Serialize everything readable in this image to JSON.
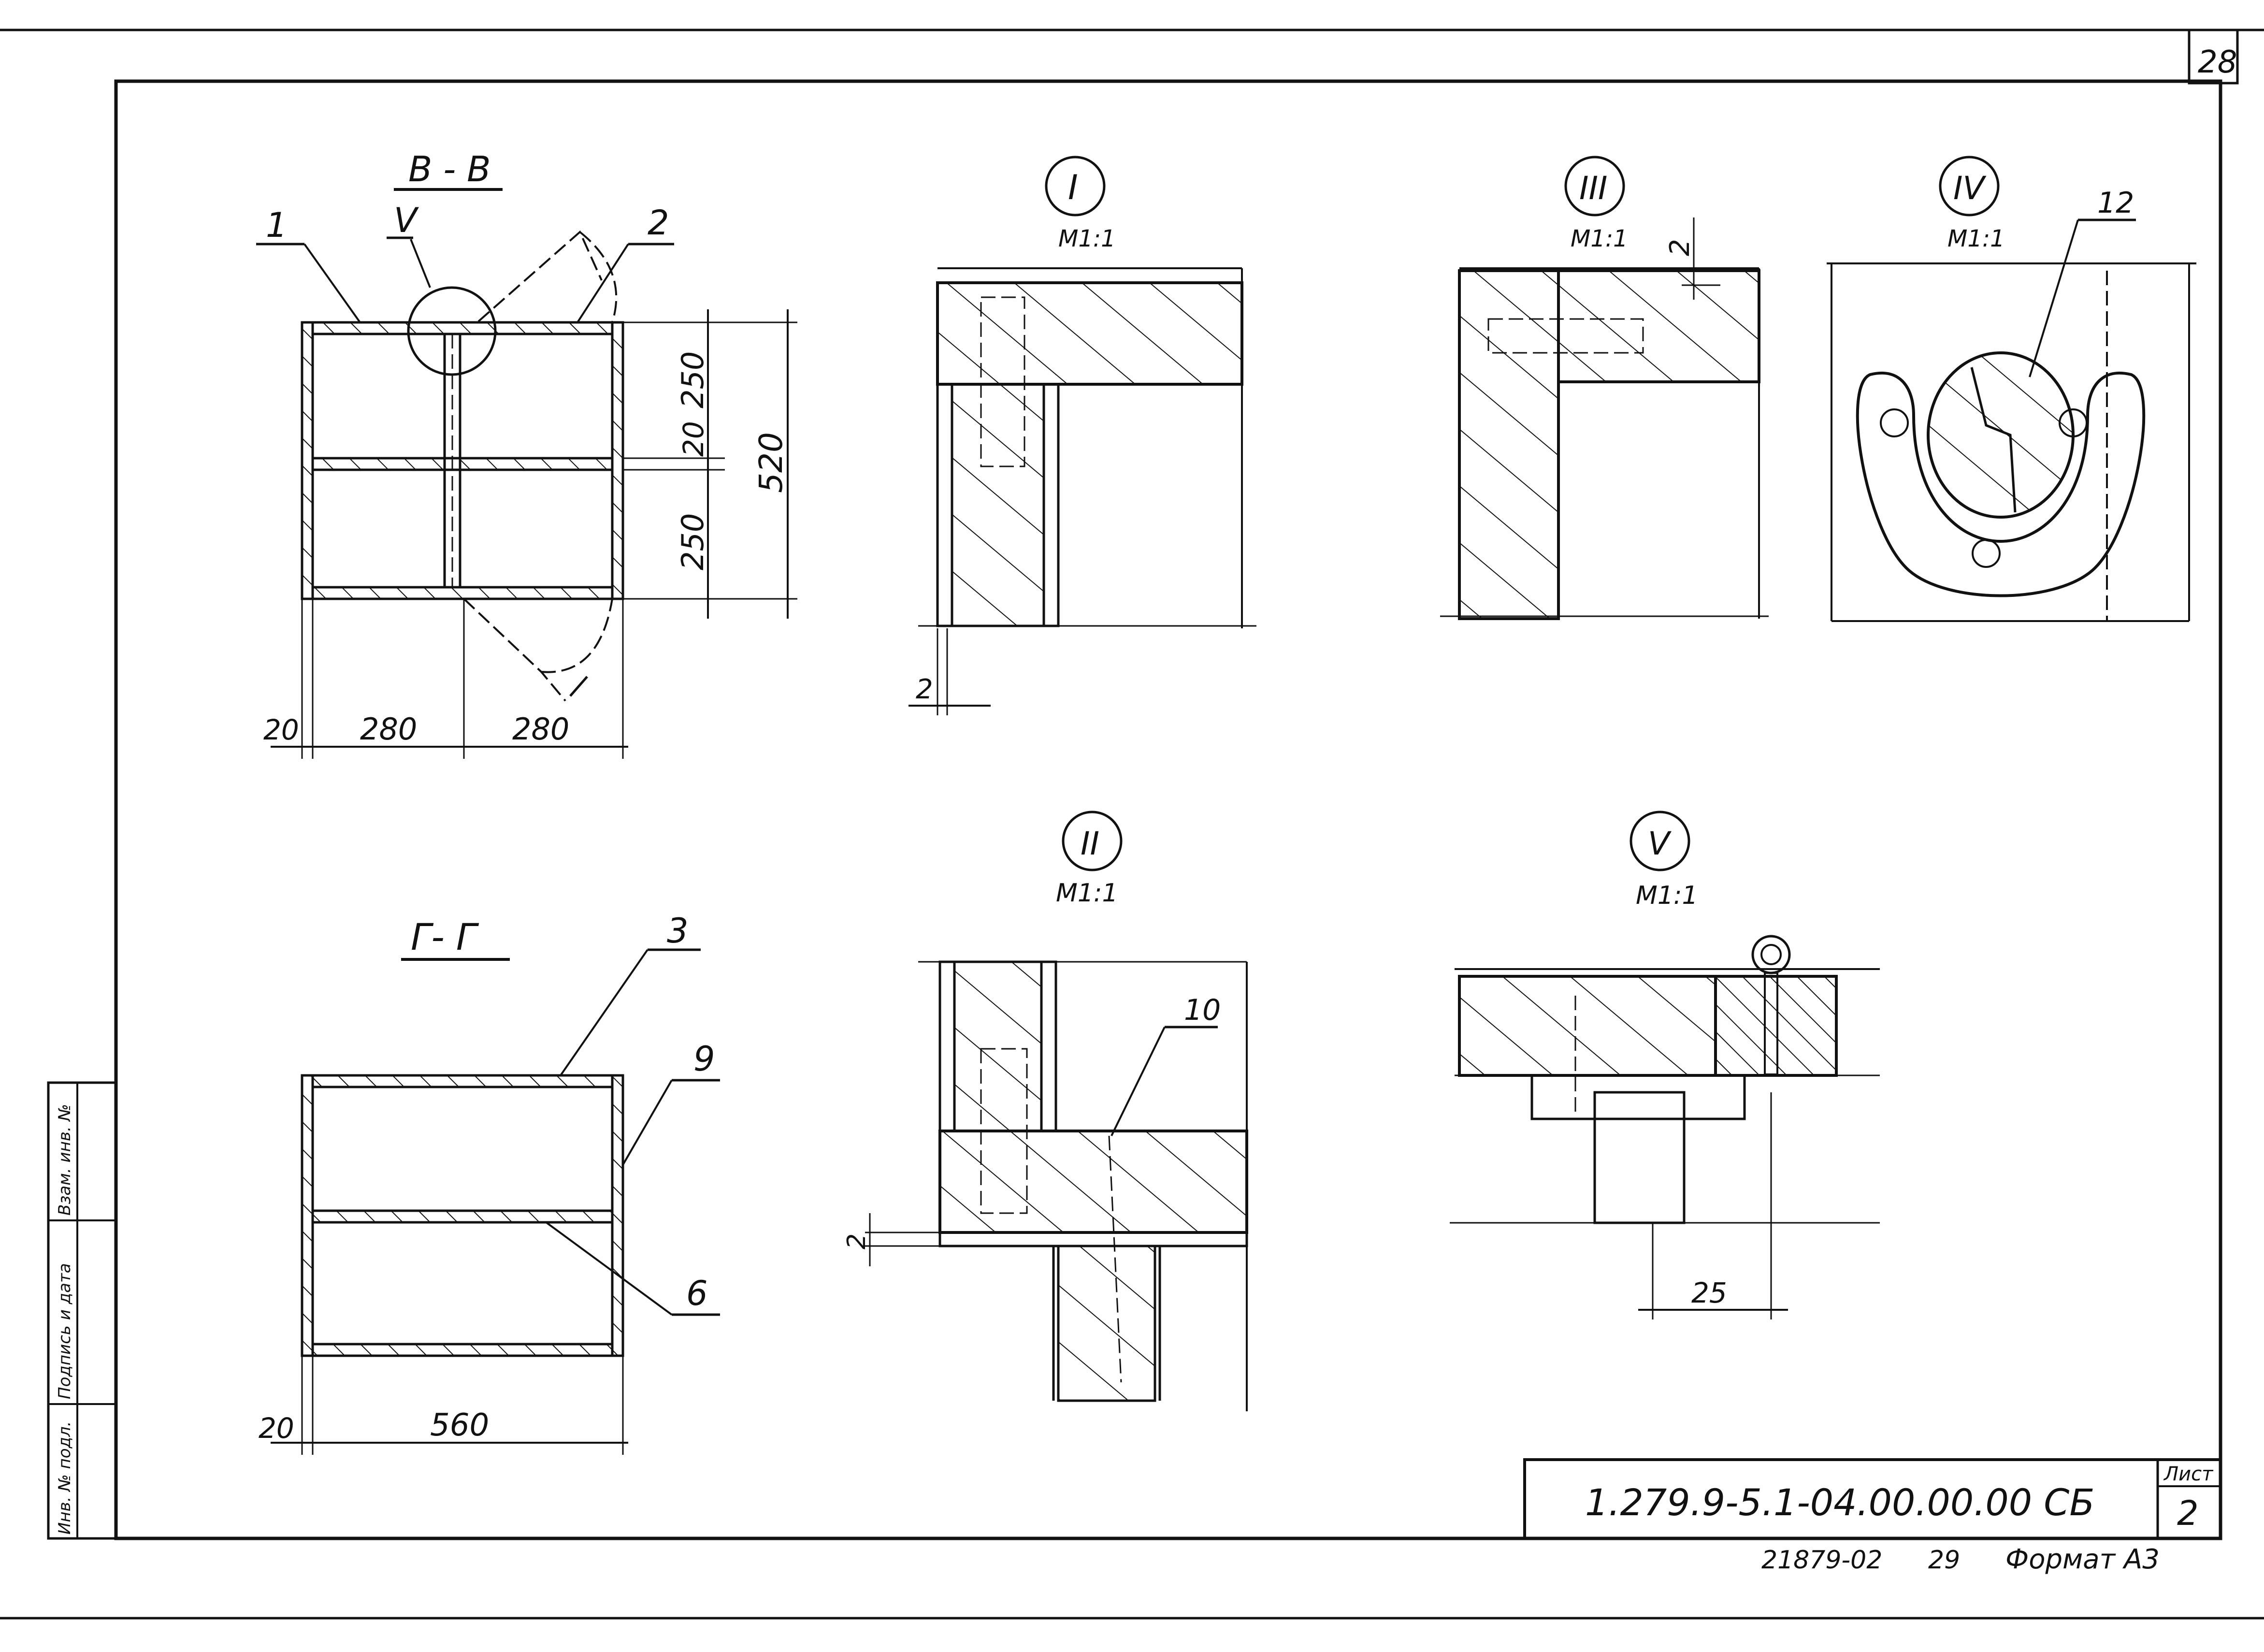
{
  "page_number": "28",
  "views": {
    "bb": {
      "title": "В - В",
      "callouts": [
        "1",
        "2"
      ],
      "detail_ref": "V",
      "dims": {
        "top_shelf": "250",
        "gap": "20",
        "bottom_shelf": "250",
        "overall_height": "520",
        "left_offset": "20",
        "left_width": "280",
        "right_width": "280"
      }
    },
    "gg": {
      "title": "Г- Г",
      "callouts": [
        "3",
        "9",
        "6"
      ],
      "dims": {
        "left_offset": "20",
        "width": "560"
      }
    },
    "detail_1": {
      "label": "I",
      "scale": "М1:1",
      "dim": "2"
    },
    "detail_3": {
      "label": "III",
      "scale": "М1:1",
      "dim": "2"
    },
    "detail_4": {
      "label": "IV",
      "scale": "М1:1",
      "callout": "12"
    },
    "detail_2": {
      "label": "II",
      "scale": "М1:1",
      "callout": "10",
      "dim": "2"
    },
    "detail_5": {
      "label": "V",
      "scale": "М1:1",
      "dim": "25"
    }
  },
  "side_stamp": {
    "cells": [
      "Инв. № подл.",
      "Подпись и дата",
      "Взам. инв. №"
    ]
  },
  "title_block": {
    "designation": "1.279.9-5.1-04.00.00.00 СБ",
    "sheet_label": "Лист",
    "sheet_number": "2"
  },
  "footer": {
    "code": "21879-02",
    "page": "29",
    "format": "Формат А3"
  }
}
